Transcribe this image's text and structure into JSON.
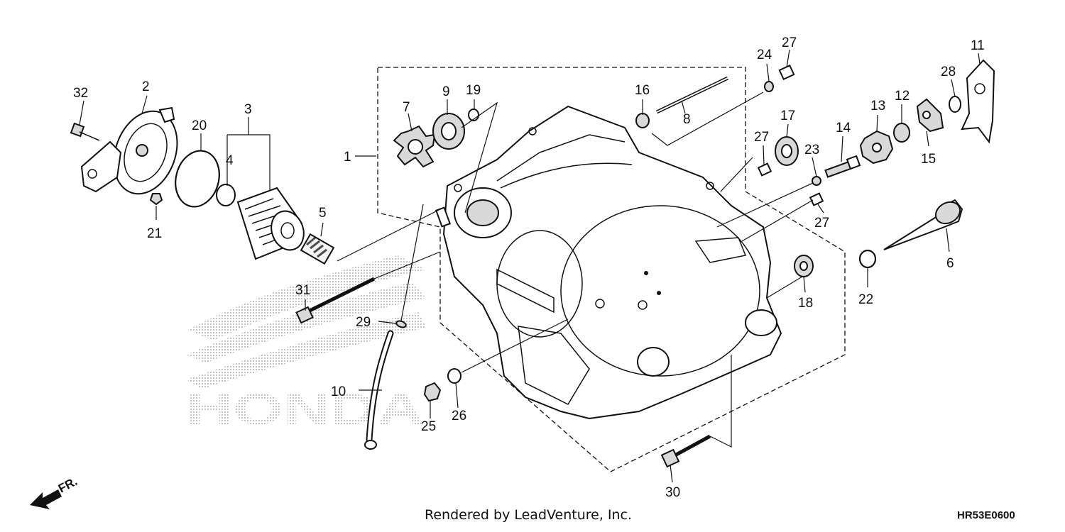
{
  "diagram": {
    "part_numbers": [
      "1",
      "2",
      "3",
      "4",
      "5",
      "6",
      "7",
      "8",
      "9",
      "10",
      "11",
      "12",
      "13",
      "14",
      "15",
      "16",
      "17",
      "18",
      "19",
      "20",
      "21",
      "22",
      "23",
      "24",
      "25",
      "26",
      "27",
      "27",
      "27",
      "28",
      "29",
      "30",
      "31",
      "32"
    ],
    "watermark_text": "HONDA",
    "direction_marker": "FR.",
    "credit": "Rendered by LeadVenture, Inc.",
    "drawing_code": "HR53E0600"
  }
}
